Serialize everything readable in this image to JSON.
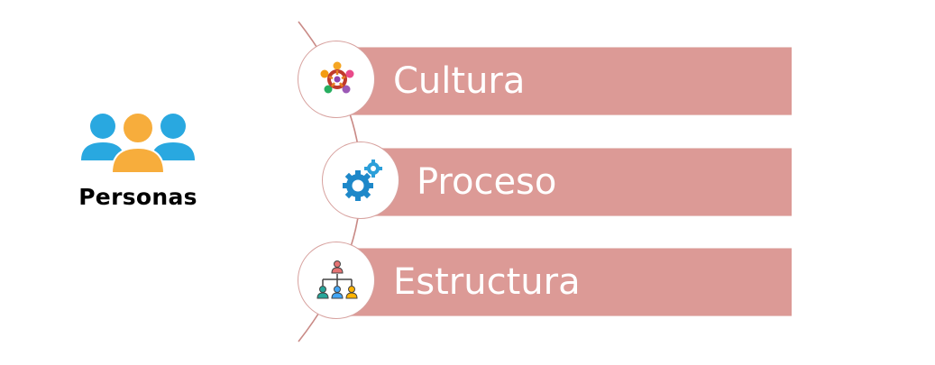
{
  "persons": {
    "label": "Personas",
    "icon": "people-group-icon"
  },
  "items": [
    {
      "label": "Cultura",
      "icon": "team-circle-icon"
    },
    {
      "label": "Proceso",
      "icon": "gears-icon"
    },
    {
      "label": "Estructura",
      "icon": "org-chart-icon"
    }
  ],
  "colors": {
    "bar": "#dc9a96",
    "arc": "#c98a86",
    "person_blue": "#29a8e0",
    "person_orange": "#f7ad3c",
    "gear_blue": "#1e88c9"
  }
}
